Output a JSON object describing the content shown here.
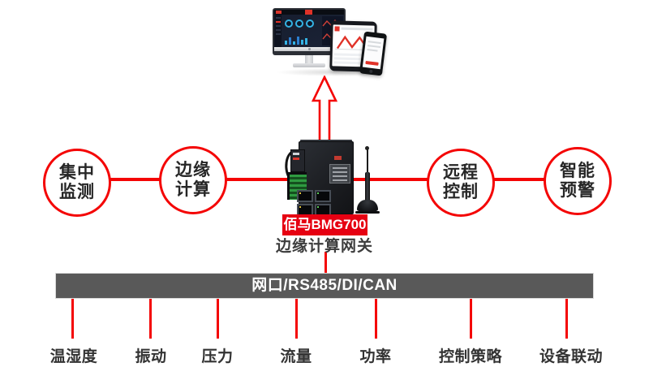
{
  "colors": {
    "line_red": "#f40505",
    "badge_red": "#e60012",
    "bus_gray": "#595959",
    "text_dark": "#333333"
  },
  "nodes": [
    {
      "line1": "集中",
      "line2": "监测"
    },
    {
      "line1": "边缘",
      "line2": "计算"
    },
    {
      "line1": "远程",
      "line2": "控制"
    },
    {
      "line1": "智能",
      "line2": "预警"
    }
  ],
  "gateway": {
    "badge": "佰马BMG700",
    "subtitle": "边缘计算网关"
  },
  "bus": {
    "label": "网口/RS485/DI/CAN"
  },
  "endpoints": [
    {
      "label": "温湿度"
    },
    {
      "label": "振动"
    },
    {
      "label": "压力"
    },
    {
      "label": "流量"
    },
    {
      "label": "功率"
    },
    {
      "label": "控制策略"
    },
    {
      "label": "设备联动"
    }
  ]
}
